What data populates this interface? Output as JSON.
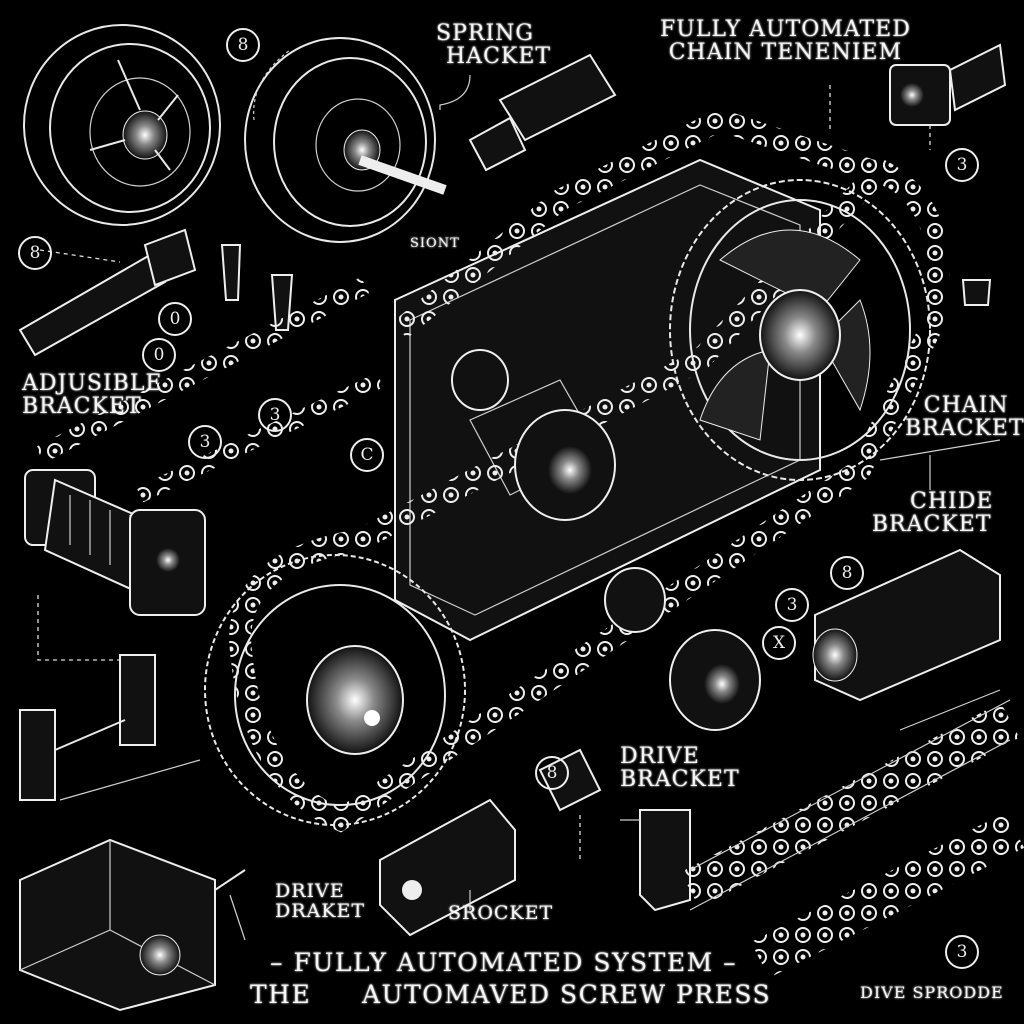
{
  "header": {
    "spring_bracket": [
      "SPRING",
      "HACKET"
    ],
    "title_top_right": [
      "FULLY AUTOMATED",
      "CHAIN TENENIEM"
    ]
  },
  "labels": {
    "sion": "SIONT",
    "adjustable_bracket": [
      "ADJUSIBLE",
      "BRACKET"
    ],
    "chain_bracket": [
      "CHAIN",
      "BRACKET"
    ],
    "chide_bracket": [
      "CHIDE",
      "BRACKET"
    ],
    "drive_bracket_right": [
      "DRIVE",
      "BRACKET"
    ],
    "drive_braket_left": [
      "DRIVE",
      "DRAKET"
    ],
    "srocket": "SROCKET",
    "dive_sprodde": "DIVE SPRODDE"
  },
  "caption": {
    "line1": "– FULLY AUTOMATED SYSTEM –",
    "line2_a": "THE",
    "line2_b": "AUTOMAVED SCREW PRESS"
  },
  "callouts": [
    "8",
    "3",
    "8",
    "0",
    "0",
    "3",
    "C",
    "3",
    "8",
    "3",
    "X",
    "8",
    "3"
  ],
  "colors": {
    "background": "#000000",
    "linework": "#e9e9e9"
  }
}
